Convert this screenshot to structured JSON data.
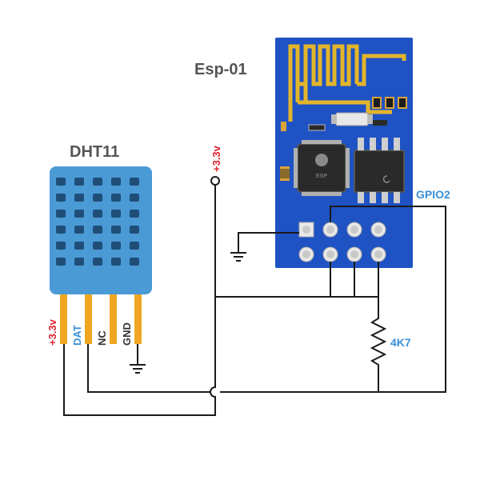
{
  "esp_title": "Esp-01",
  "dht_title": "DHT11",
  "vcc_label": "+3.3v",
  "dht_pins": {
    "vcc": "+3.3v",
    "data": "DAT",
    "nc": "NC",
    "gnd": "GND"
  },
  "gpio_label": "GPIO2",
  "resistor_label": "4K7",
  "chip_label": "ESP",
  "colors": {
    "pcb": "#1f53c4",
    "pcb_trace": "#2f64d8",
    "antenna": "#e3b52a",
    "sensor": "#4a9ad6",
    "sensor_hole": "#1f4e78",
    "pin": "#f0a623",
    "wire": "#1a1a1a",
    "red_label": "#e0232c",
    "blue_label": "#3a8fd6"
  }
}
